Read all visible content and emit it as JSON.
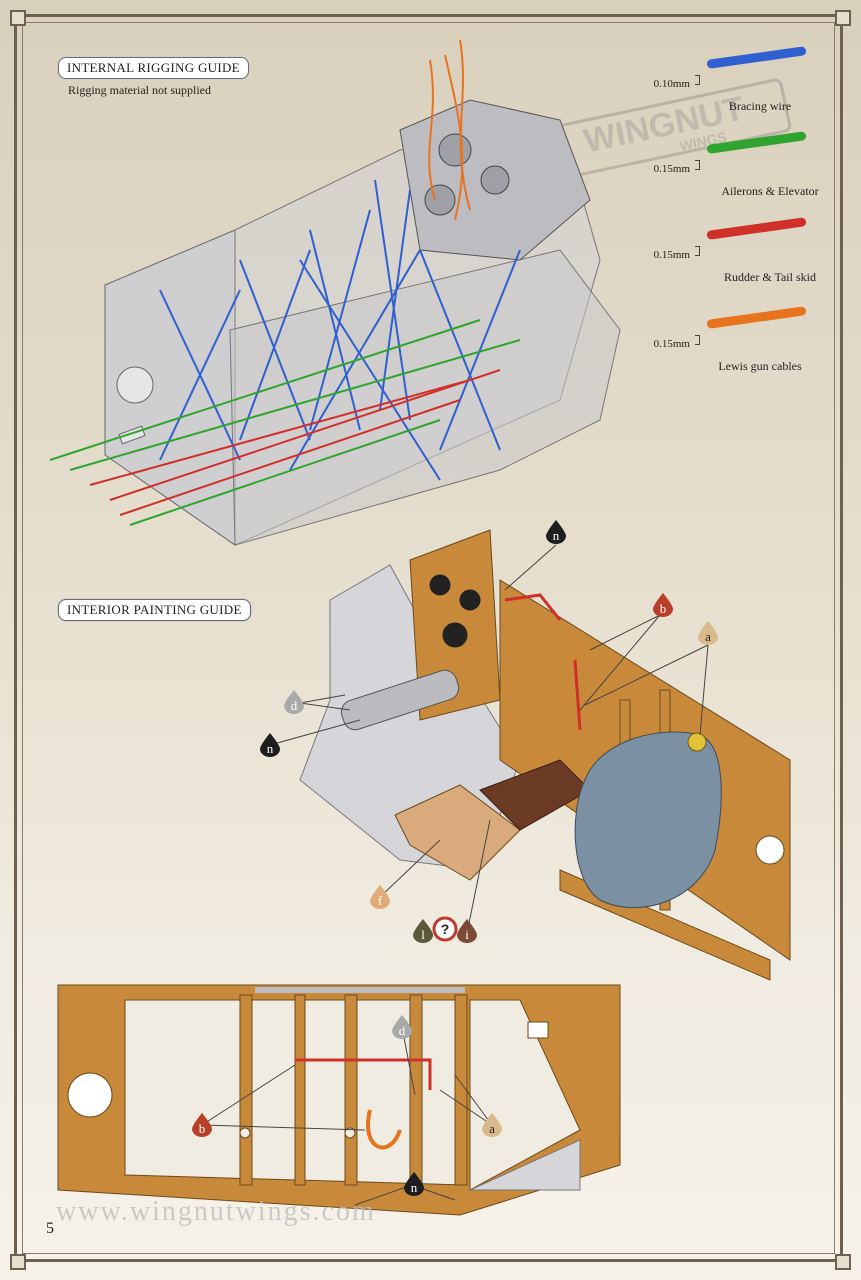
{
  "headings": {
    "rigging": "INTERNAL RIGGING GUIDE",
    "painting": "INTERIOR PAINTING GUIDE"
  },
  "rigging_note": "Rigging material not supplied",
  "legend": [
    {
      "size": "0.10mm",
      "name": "Bracing wire",
      "color": "#2f5fd0"
    },
    {
      "size": "0.15mm",
      "name": "Ailerons & Elevator",
      "color": "#2fa52f"
    },
    {
      "size": "0.15mm",
      "name": "Rudder & Tail skid",
      "color": "#d0302a"
    },
    {
      "size": "0.15mm",
      "name": "Lewis gun cables",
      "color": "#e8731f"
    }
  ],
  "watermark": {
    "line1": "WINGNUT",
    "line2": "WINGS"
  },
  "callouts": {
    "n": "n",
    "b": "b",
    "a": "a",
    "d": "d",
    "f": "f",
    "l": "l",
    "q": "?",
    "i": "i"
  },
  "colors": {
    "wood": "#c8893a",
    "frame_grey": "#c9c9cc",
    "tank": "#7c90a4",
    "seat": "#6b3a25",
    "callout_n": "#1e1e1e",
    "callout_b": "#b8402a",
    "callout_a": "#d8b98a",
    "callout_d": "#a9a9a9",
    "callout_f": "#e0ab78",
    "callout_l": "#5a5a3a",
    "callout_i": "#7a4a35"
  },
  "footer": {
    "url": "www.wingnutwings.com",
    "page_number": "5"
  }
}
